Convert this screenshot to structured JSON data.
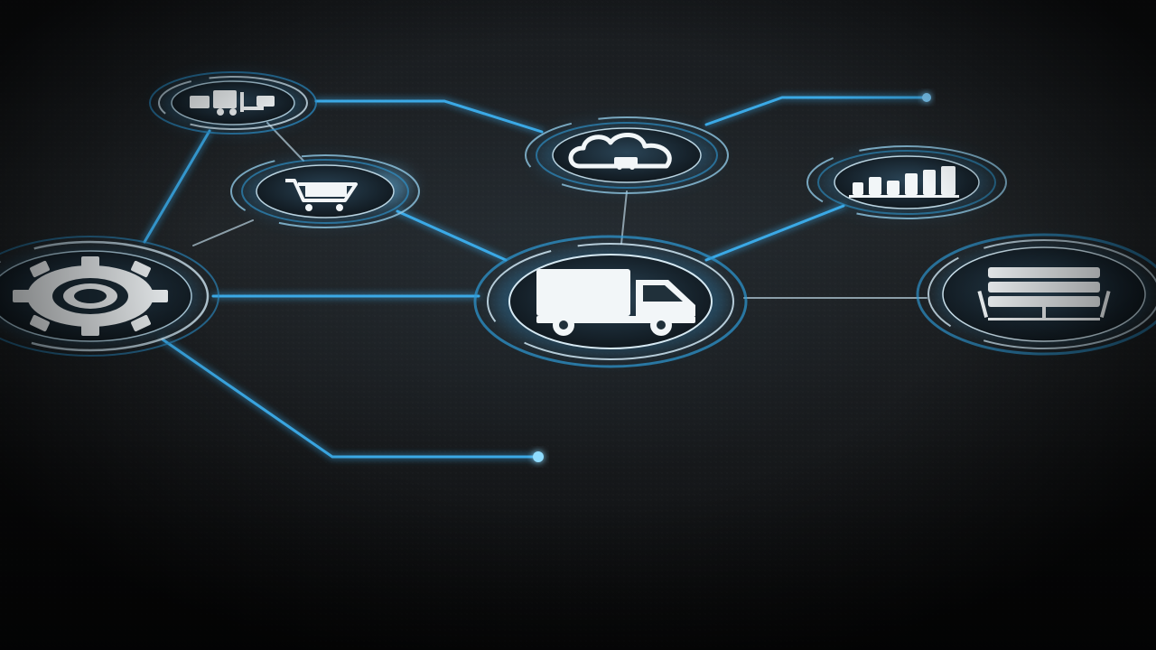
{
  "scene": {
    "accent_color": "#39b4ff",
    "glow_color": "#8fd8ff",
    "icon_color": "#f2f6f8",
    "surface_color": "#1d2124"
  },
  "nodes": [
    {
      "id": "warehouse",
      "icon": "forklift-warehouse-icon"
    },
    {
      "id": "cloud",
      "icon": "cloud-icon"
    },
    {
      "id": "chart",
      "icon": "bar-chart-icon"
    },
    {
      "id": "cart",
      "icon": "shopping-cart-icon"
    },
    {
      "id": "gear",
      "icon": "gear-icon"
    },
    {
      "id": "truck",
      "icon": "delivery-truck-icon"
    },
    {
      "id": "server",
      "icon": "server-database-icon"
    }
  ]
}
